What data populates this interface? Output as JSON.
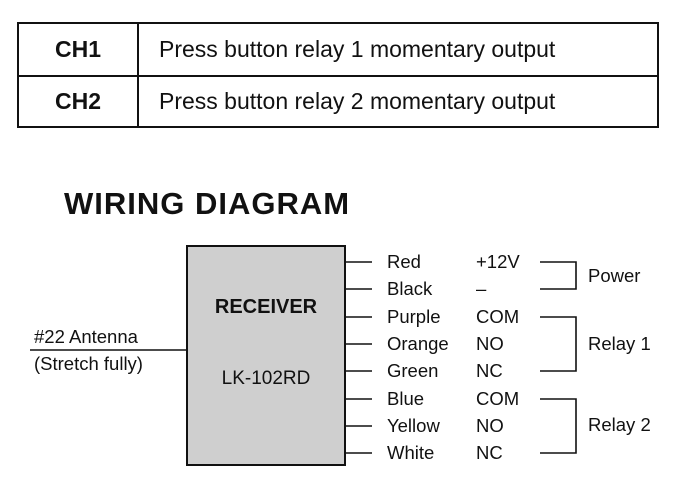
{
  "channels": [
    {
      "ch": "CH1",
      "desc": "Press button relay 1 momentary output"
    },
    {
      "ch": "CH2",
      "desc": "Press button relay 2 momentary output"
    }
  ],
  "diagram": {
    "title": "WIRING DIAGRAM",
    "receiver": {
      "title": "RECEIVER",
      "model": "LK-102RD"
    },
    "antenna": {
      "label": "#22 Antenna",
      "note": "(Stretch fully)"
    },
    "wires": [
      {
        "color": "Red",
        "term": "+12V"
      },
      {
        "color": "Black",
        "term": "–"
      },
      {
        "color": "Purple",
        "term": "COM"
      },
      {
        "color": "Orange",
        "term": "NO"
      },
      {
        "color": "Green",
        "term": "NC"
      },
      {
        "color": "Blue",
        "term": "COM"
      },
      {
        "color": "Yellow",
        "term": "NO"
      },
      {
        "color": "White",
        "term": "NC"
      }
    ],
    "groups": {
      "power": "Power",
      "relay1": "Relay 1",
      "relay2": "Relay 2"
    }
  }
}
